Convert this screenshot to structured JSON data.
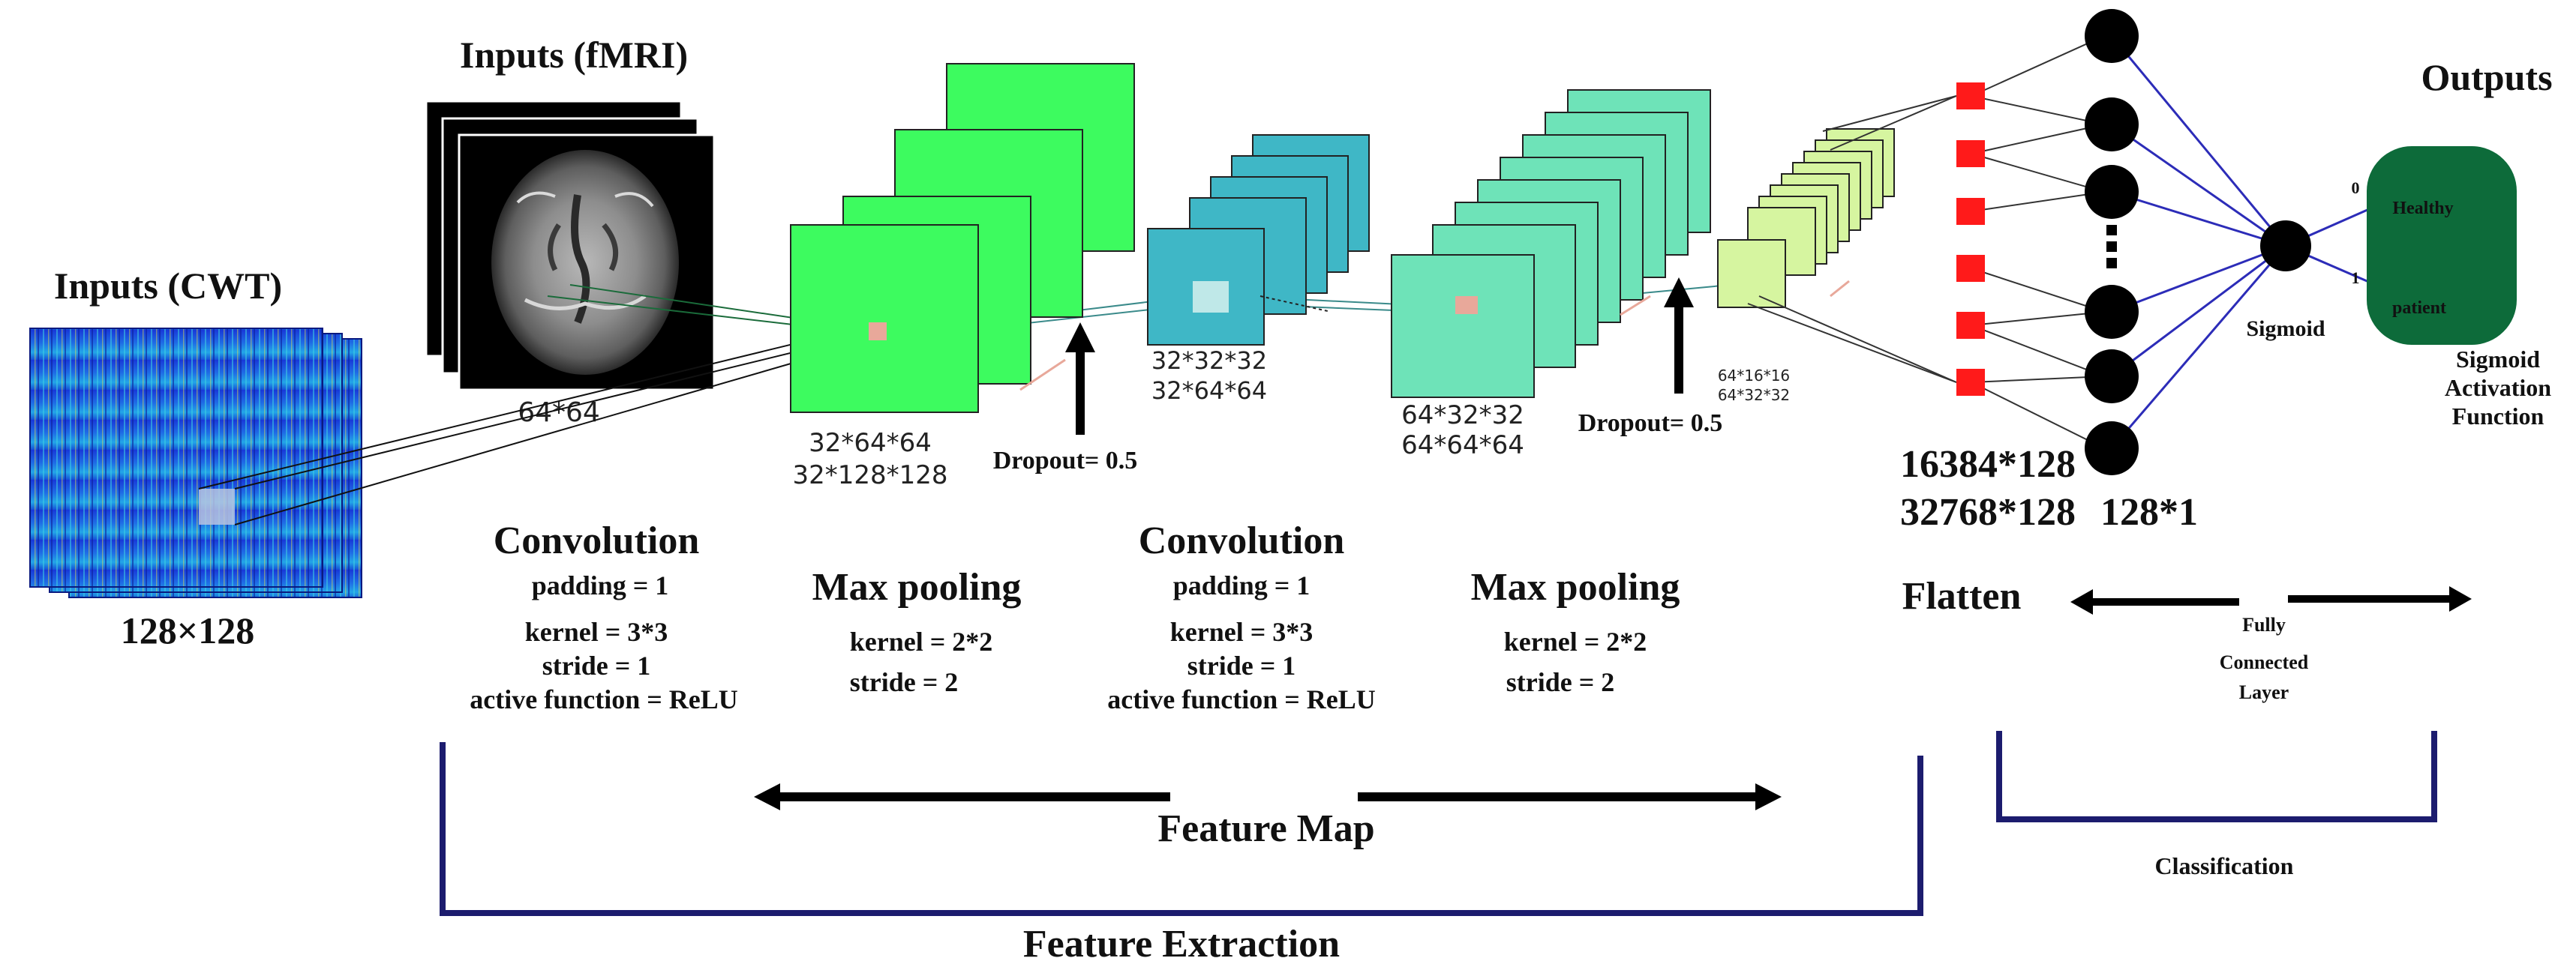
{
  "colors": {
    "black": "#000000",
    "green_block": "#3dfb5f",
    "teal_block": "#3fb7c6",
    "mint_block": "#6ee3b8",
    "lime_block": "#d6f5a0",
    "red_unit": "#ff1a1a",
    "navy_bracket": "#1c1c6e",
    "fc_line": "#2c2cb8",
    "output_green": "#0d6b3a",
    "highlight_square": "#e8a89a"
  },
  "inputs_cwt": {
    "title": "Inputs (CWT)",
    "size": "128×128"
  },
  "inputs_fmri": {
    "title": "Inputs (fMRI)",
    "size": "64*64"
  },
  "conv1": {
    "dims": [
      "32*64*64",
      "32*128*128"
    ],
    "title": "Convolution",
    "params": [
      "padding = 1",
      "kernel = 3*3",
      "stride = 1",
      "active function = ReLU"
    ]
  },
  "pool1": {
    "dims": [
      "32*32*32",
      "32*64*64"
    ],
    "title": "Max pooling",
    "params": [
      "kernel = 2*2",
      "stride = 2"
    ],
    "dropout": "Dropout= 0.5"
  },
  "conv2": {
    "dims": [
      "64*32*32",
      "64*64*64"
    ],
    "title": "Convolution",
    "params": [
      "padding = 1",
      "kernel = 3*3",
      "stride = 1",
      "active function = ReLU"
    ]
  },
  "pool2": {
    "dims": [
      "64*16*16",
      "64*32*32"
    ],
    "title": "Max pooling",
    "params": [
      "kernel = 2*2",
      "stride = 2"
    ],
    "dropout": "Dropout= 0.5"
  },
  "flatten": {
    "dims": [
      "16384*128",
      "32768*128"
    ],
    "label": "Flatten"
  },
  "fully_connected": {
    "size": "128*1",
    "label_lines": [
      "Fully",
      "Connected",
      "Layer"
    ]
  },
  "sigmoid": {
    "label": "Sigmoid"
  },
  "outputs": {
    "title": "Outputs",
    "class_0": "Healthy",
    "class_1": "patient",
    "index_0": "0",
    "index_1": "1",
    "activation_lines": [
      "Sigmoid",
      "Activation",
      "Function"
    ]
  },
  "feature_map": "Feature Map",
  "feature_extraction": "Feature Extraction",
  "classification": "Classification"
}
